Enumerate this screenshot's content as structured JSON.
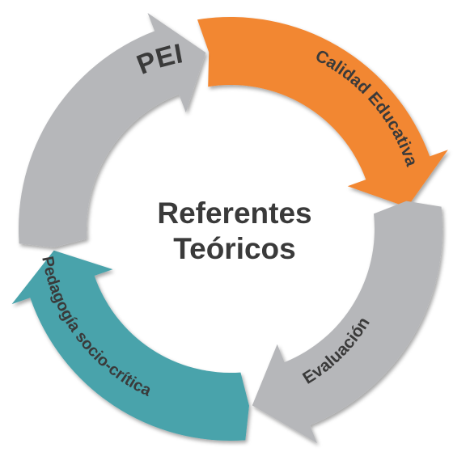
{
  "center": {
    "line1": "Referentes",
    "line2": "Teóricos"
  },
  "segments": [
    {
      "id": "pei",
      "label": "PEI",
      "color": "#f28733"
    },
    {
      "id": "calidad",
      "label": "Calidad Educativa",
      "color": "#b6b7ba"
    },
    {
      "id": "evaluacion",
      "label": "Evaluación",
      "color": "#4aa3ab"
    },
    {
      "id": "pedagogia",
      "label": "Pedagogía socio-crítica",
      "color": "#b6b7ba"
    }
  ]
}
